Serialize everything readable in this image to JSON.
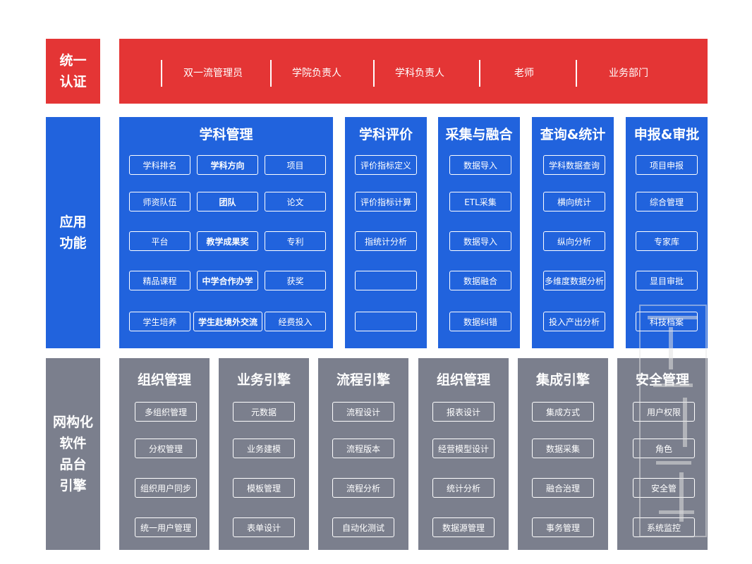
{
  "side_labels": {
    "auth": "统一\n认证",
    "apps": "应用\n功能",
    "engine": "网构化\n软件\n品台\n引擎"
  },
  "roles": [
    "双一流管理员",
    "学院负责人",
    "学科负责人",
    "老师",
    "业务部门"
  ],
  "app_panels": [
    {
      "title": "学科管理",
      "items": [
        "学科排名",
        "学科方向",
        "项目",
        "师资队伍",
        "团队",
        "论文",
        "平台",
        "教学成果奖",
        "专利",
        "精品课程",
        "中学合作办学",
        "获奖",
        "学生培养",
        "学生赴境外交流",
        "经费投入"
      ]
    },
    {
      "title": "学科评价",
      "items": [
        "评价指标定义",
        "评价指标计算",
        "指统计分析",
        "",
        ""
      ]
    },
    {
      "title": "采集与融合",
      "items": [
        "数据导入",
        "ETL采集",
        "数据导入",
        "数据融合",
        "数据纠错"
      ]
    },
    {
      "title": "查询&统计",
      "items": [
        "学科数据查询",
        "横向统计",
        "纵向分析",
        "多维度数据分析",
        "投入产出分析"
      ]
    },
    {
      "title": "申报&审批",
      "items": [
        "项目申报",
        "综合管理",
        "专家库",
        "显目审批",
        "科技档案"
      ]
    }
  ],
  "engine_panels": [
    {
      "title": "组织管理",
      "items": [
        "多组织管理",
        "分权管理",
        "组织用户同步",
        "统一用户管理"
      ]
    },
    {
      "title": "业务引擎",
      "items": [
        "元数据",
        "业务建模",
        "模板管理",
        "表单设计"
      ]
    },
    {
      "title": "流程引擎",
      "items": [
        "流程设计",
        "流程版本",
        "流程分析",
        "自动化测试"
      ]
    },
    {
      "title": "组织管理",
      "items": [
        "报表设计",
        "经营模型设计",
        "统计分析",
        "数据源管理"
      ]
    },
    {
      "title": "集成引擎",
      "items": [
        "集成方式",
        "数据采集",
        "融合治理",
        "事务管理"
      ]
    },
    {
      "title": "安全管理",
      "items": [
        "用户权限",
        "角色",
        "安全管",
        "系统监控"
      ]
    }
  ],
  "colors": {
    "auth": "#e43535",
    "apps": "#2163dd",
    "engine": "#7b7f8d"
  }
}
